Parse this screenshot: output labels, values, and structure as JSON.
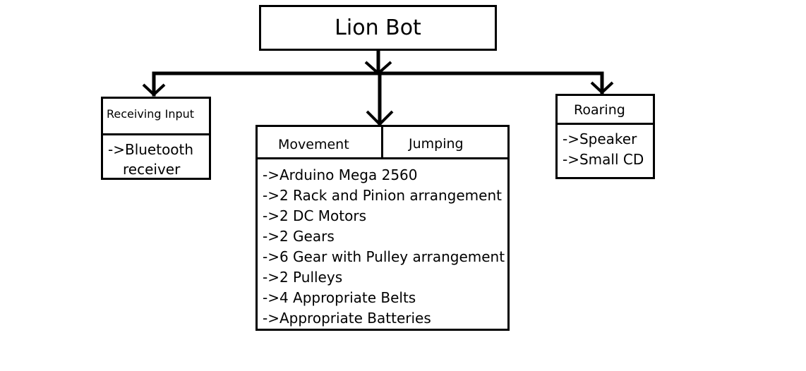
{
  "diagram": {
    "title": "Lion Bot",
    "receiving": {
      "header": "Receiving Input",
      "items": [
        "->Bluetooth",
        "receiver"
      ]
    },
    "movement": {
      "headers": [
        "Movement",
        "Jumping"
      ],
      "items": [
        "->Arduino Mega 2560",
        "->2 Rack and Pinion arrangement",
        "->2 DC Motors",
        "->2 Gears",
        "->6 Gear with Pulley arrangement",
        "->2 Pulleys",
        "->4 Appropriate Belts",
        "->Appropriate Batteries"
      ]
    },
    "roaring": {
      "header": "Roaring",
      "items": [
        "->Speaker",
        "->Small CD"
      ]
    }
  }
}
